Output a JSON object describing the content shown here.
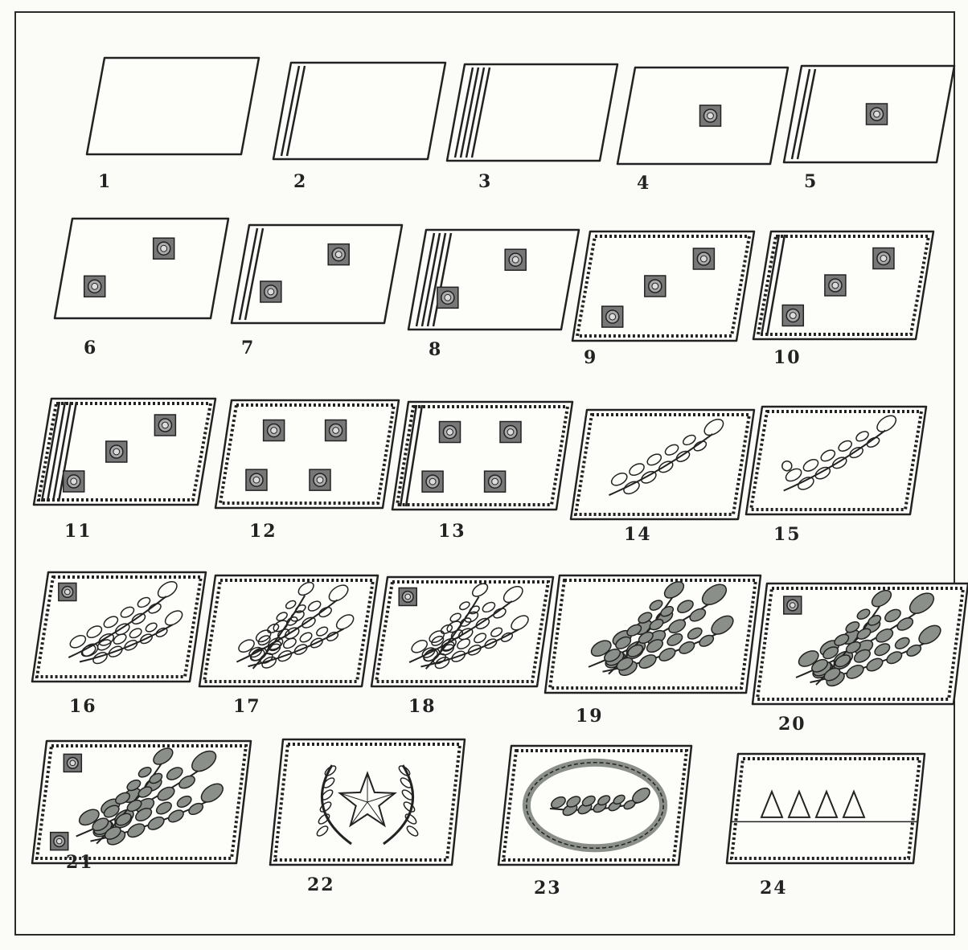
{
  "labels": [
    "1",
    "2",
    "3",
    "4",
    "5",
    "6",
    "7",
    "8",
    "9",
    "10",
    "11",
    "12",
    "13",
    "14",
    "15",
    "16",
    "17",
    "18",
    "19",
    "20",
    "21",
    "22",
    "23",
    "24"
  ],
  "badges": [
    {
      "id": 1,
      "stripes": 0,
      "pips": 0,
      "border": "plain",
      "emblem": "none"
    },
    {
      "id": 2,
      "stripes": 2,
      "pips": 0,
      "border": "plain",
      "emblem": "none"
    },
    {
      "id": 3,
      "stripes": 4,
      "pips": 0,
      "border": "plain",
      "emblem": "none"
    },
    {
      "id": 4,
      "stripes": 0,
      "pips": 1,
      "border": "plain",
      "emblem": "none"
    },
    {
      "id": 5,
      "stripes": 2,
      "pips": 1,
      "border": "plain",
      "emblem": "none"
    },
    {
      "id": 6,
      "stripes": 0,
      "pips": 2,
      "border": "plain",
      "emblem": "none"
    },
    {
      "id": 7,
      "stripes": 2,
      "pips": 2,
      "border": "plain",
      "emblem": "none"
    },
    {
      "id": 8,
      "stripes": 4,
      "pips": 2,
      "border": "plain",
      "emblem": "none"
    },
    {
      "id": 9,
      "stripes": 0,
      "pips": 3,
      "border": "twisted",
      "emblem": "none"
    },
    {
      "id": 10,
      "stripes": 2,
      "pips": 3,
      "border": "twisted",
      "emblem": "none"
    },
    {
      "id": 11,
      "stripes": 4,
      "pips": 3,
      "border": "twisted",
      "emblem": "none"
    },
    {
      "id": 12,
      "stripes": 0,
      "pips": 4,
      "border": "twisted",
      "emblem": "none"
    },
    {
      "id": 13,
      "stripes": 2,
      "pips": 4,
      "border": "twisted",
      "emblem": "none"
    },
    {
      "id": 14,
      "stripes": 0,
      "pips": 0,
      "border": "twisted",
      "emblem": "oak-leaf-single"
    },
    {
      "id": 15,
      "stripes": 0,
      "pips": 0,
      "border": "twisted",
      "emblem": "oak-leaf-acorn"
    },
    {
      "id": 16,
      "stripes": 0,
      "pips": 1,
      "border": "twisted",
      "emblem": "oak-leaf-double"
    },
    {
      "id": 17,
      "stripes": 0,
      "pips": 0,
      "border": "twisted",
      "emblem": "oak-leaf-triple"
    },
    {
      "id": 18,
      "stripes": 0,
      "pips": 1,
      "border": "twisted",
      "emblem": "oak-leaf-triple"
    },
    {
      "id": 19,
      "stripes": 0,
      "pips": 0,
      "border": "twisted",
      "emblem": "oak-leaf-embroidered"
    },
    {
      "id": 20,
      "stripes": 0,
      "pips": 1,
      "border": "twisted",
      "emblem": "oak-leaf-embroidered"
    },
    {
      "id": 21,
      "stripes": 0,
      "pips": 2,
      "border": "twisted",
      "emblem": "oak-leaf-embroidered"
    },
    {
      "id": 22,
      "stripes": 0,
      "pips": 0,
      "border": "twisted",
      "emblem": "star-in-wreath"
    },
    {
      "id": 23,
      "stripes": 0,
      "pips": 0,
      "border": "twisted",
      "emblem": "oak-leaves-in-wreath"
    },
    {
      "id": 24,
      "stripes": 0,
      "pips": 0,
      "border": "twisted",
      "emblem": "four-triangles"
    }
  ],
  "colors": {
    "ink": "#222222",
    "paper": "#fbfbf7",
    "embroidery": "#8a8f8a"
  }
}
